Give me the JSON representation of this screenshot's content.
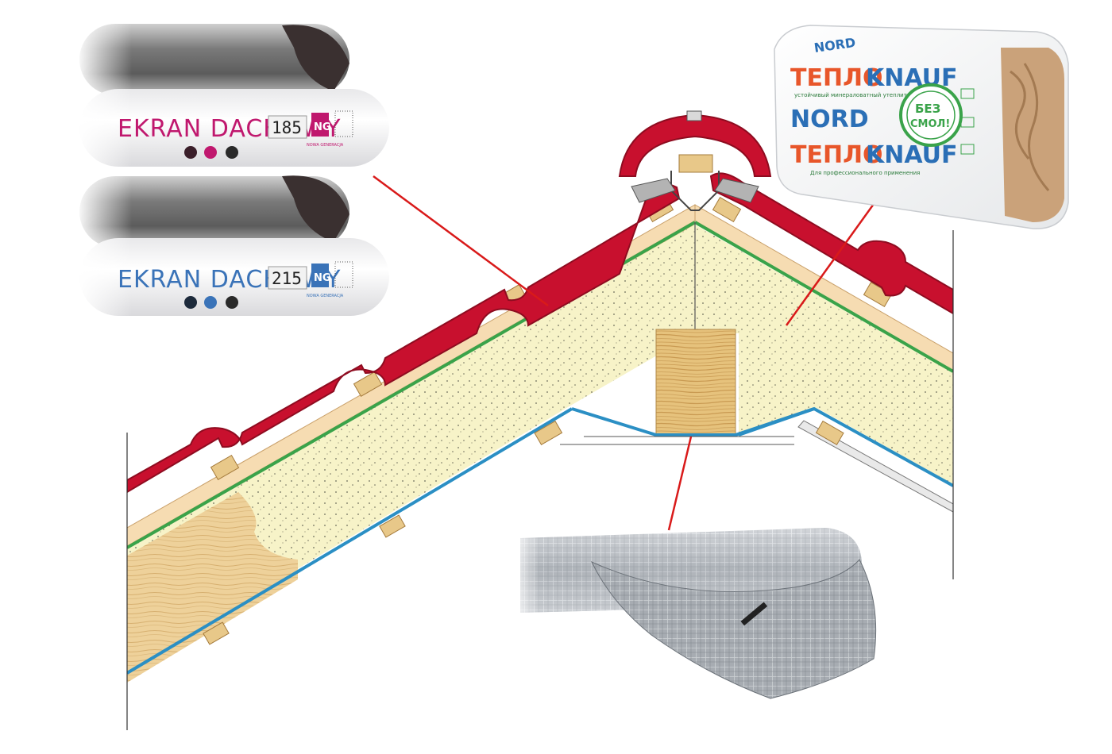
{
  "products": {
    "membrane_185": {
      "brand": "EKRAN DACHOWY",
      "grade": "185",
      "logo_letters": "NG",
      "logo_caption": "NOWA GENERACJA",
      "color": "#c0186e"
    },
    "membrane_215": {
      "brand": "EKRAN DACHOWY",
      "grade": "215",
      "logo_letters": "NG",
      "logo_caption": "NOWA GENERACJA",
      "color": "#3a73b8"
    },
    "insulation": {
      "brand_red": "ТЕПЛО",
      "brand_blue": "KNAUF",
      "line": "NORD",
      "top_print": "NORD",
      "badge_line1": "БЕЗ",
      "badge_line2": "СМОЛ!",
      "tagline": "устойчивый минераловатный утеплитель",
      "subline": "Для профессионального применения"
    },
    "reflective_foil": {
      "icon": "reflective-foil-roll-icon"
    }
  },
  "colors": {
    "roof_tile": "#c8102e",
    "tile_dark": "#8e0c20",
    "batten": "#e8c889",
    "board": "#f6dcb2",
    "insulation": "#f7f3c8",
    "membrane_green": "#3aa34a",
    "vapor_barrier_blue": "#2b8fc4",
    "leader_line": "#d91a1a"
  }
}
